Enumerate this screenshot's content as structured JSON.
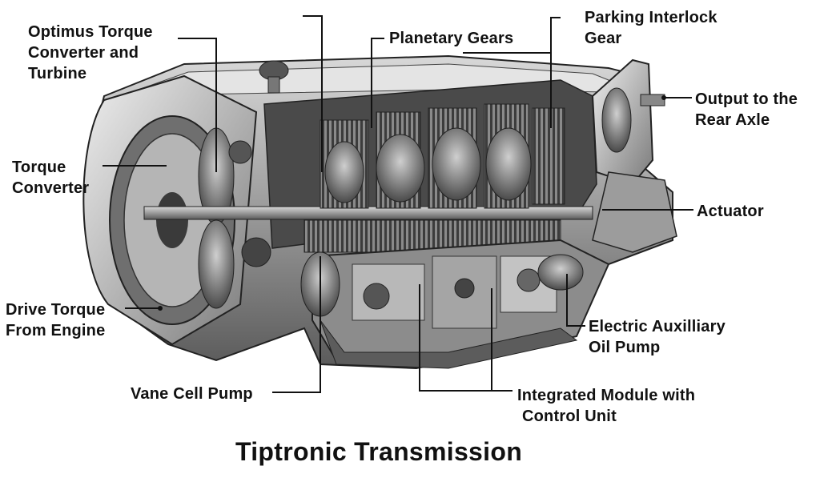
{
  "labels": {
    "optimus": [
      "Optimus Torque",
      "Converter and",
      "Turbine"
    ],
    "planetary": "Planetary Gears",
    "parking": [
      "Parking Interlock",
      "Gear"
    ],
    "output": [
      "Output to the",
      "Rear Axle"
    ],
    "torque_converter": [
      "Torque",
      "Converter"
    ],
    "actuator": "Actuator",
    "drive_torque": [
      "Drive Torque",
      "From Engine"
    ],
    "electric_pump": [
      "Electric Auxilliary",
      "Oil Pump"
    ],
    "vane_pump": "Vane Cell Pump",
    "integrated": [
      "Integrated Module with",
      "Control Unit"
    ]
  },
  "title": "Tiptronic Transmission"
}
